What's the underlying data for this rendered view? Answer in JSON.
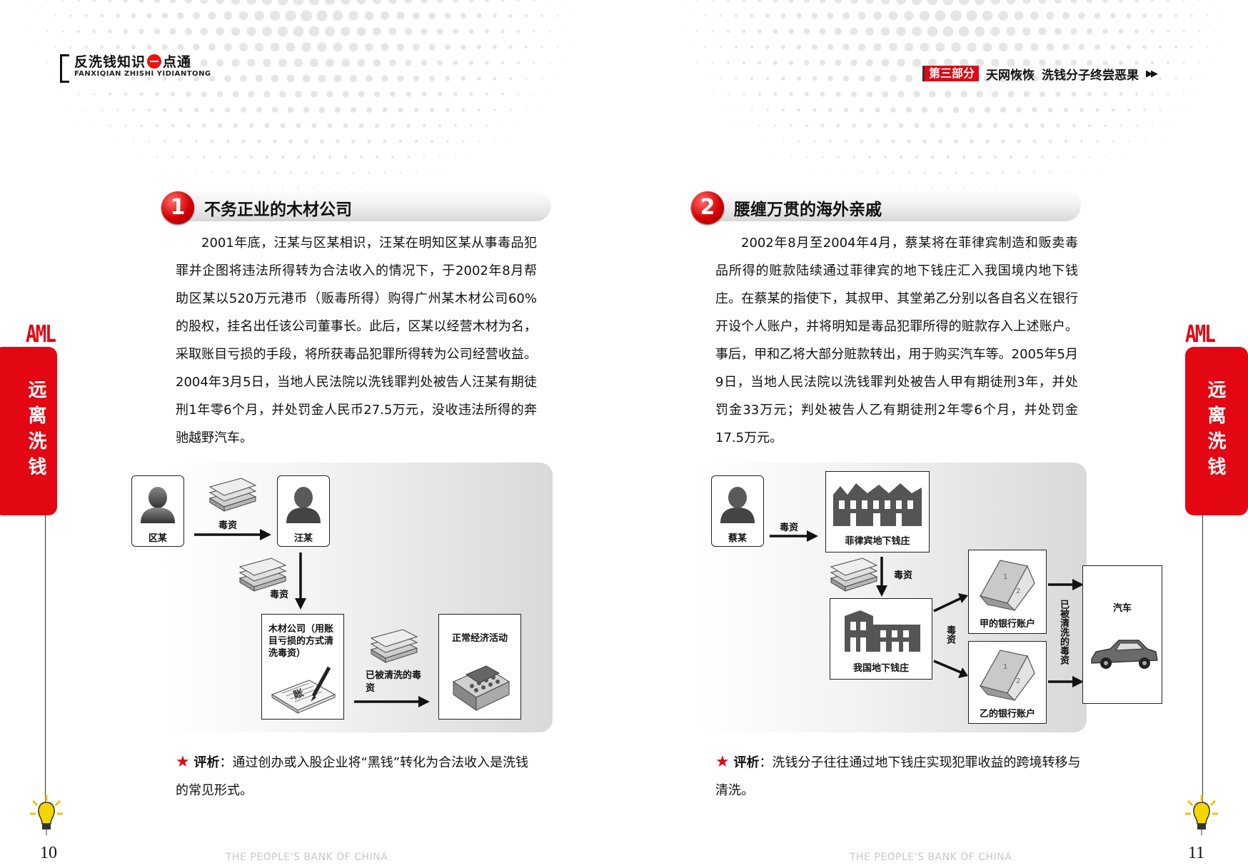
{
  "header": {
    "title_left": "反洗钱知识",
    "title_right": "点通",
    "subtitle": "FANXIQIAN ZHISHI YIDIANTONG",
    "part_badge": "第三部分",
    "part_title_a": "天网恢恢",
    "part_title_b": "洗钱分子终尝恶果",
    "forward_glyph": "▶▶"
  },
  "side_tab": {
    "aml": "AML",
    "text": "远离洗钱"
  },
  "footer": {
    "text": "THE PEOPLE'S BANK OF CHINA"
  },
  "left_page": {
    "page_number": "10",
    "section_number": "1",
    "section_title": "不务正业的木材公司",
    "body": "2001年底，汪某与区某相识，汪某在明知区某从事毒品犯罪并企图将违法所得转为合法收入的情况下，于2002年8月帮助区某以520万元港币（贩毒所得）购得广州某木材公司60%的股权，挂名出任该公司董事长。此后，区某以经营木材为名，采取账目亏损的手段，将所获毒品犯罪所得转为公司经营收益。2004年3月5日，当地人民法院以洗钱罪判处被告人汪某有期徒刑1年零6个月，并处罚金人民币27.5万元，没收违法所得的奔驰越野汽车。",
    "diagram": {
      "person_a": "区某",
      "person_b": "汪某",
      "arrow1": "毒资",
      "arrow2": "毒资",
      "company_box": "木材公司（用账目亏损的方式清洗毒资）",
      "arrow3": "已被清洗的毒资",
      "economy_box": "正常经济活动"
    },
    "analysis_label": "评析",
    "analysis_text": "：通过创办或入股企业将“黑钱”转化为合法收入是洗钱的常见形式。"
  },
  "right_page": {
    "page_number": "11",
    "section_number": "2",
    "section_title": "腰缠万贯的海外亲戚",
    "body": "2002年8月至2004年4月，蔡某将在菲律宾制造和贩卖毒品所得的赃款陆续通过菲律宾的地下钱庄汇入我国境内地下钱庄。在蔡某的指使下，其叔甲、其堂弟乙分别以各自名义在银行开设个人账户，并将明知是毒品犯罪所得的赃款存入上述账户。事后，甲和乙将大部分赃款转出，用于购买汽车等。2005年5月9日，当地人民法院以洗钱罪判处被告人甲有期徒刑3年，并处罚金33万元；判处被告人乙有期徒刑2年零6个月，并处罚金17.5万元。",
    "diagram": {
      "person": "蔡某",
      "arrow1": "毒资",
      "ph_bank": "菲律宾地下钱庄",
      "arrow2": "毒资",
      "cn_bank": "我国地下钱庄",
      "arrow3": "毒资",
      "account_a": "甲的银行账户",
      "account_b": "乙的银行账户",
      "arrow4": "已被清洗的毒资",
      "car_box": "汽车"
    },
    "analysis_label": "评析",
    "analysis_text": "：洗钱分子往往通过地下钱庄实现犯罪收益的跨境转移与清洗。"
  },
  "colors": {
    "accent_red": "#e30613",
    "text": "#111111",
    "footer_gray": "#c8c8c8"
  }
}
